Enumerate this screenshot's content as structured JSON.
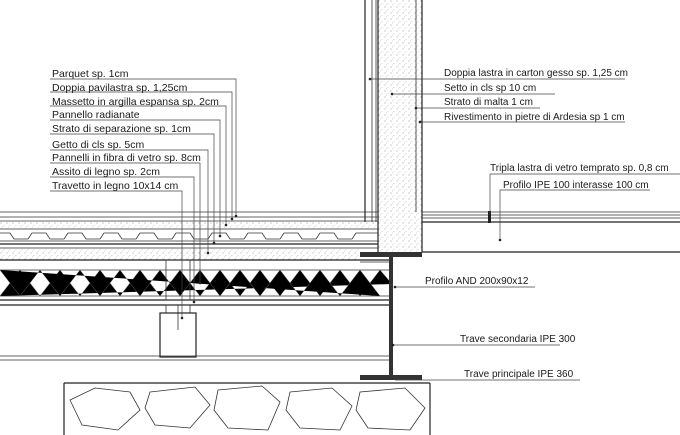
{
  "labels_left": [
    {
      "id": "parquet",
      "text": "Parquet sp. 1cm"
    },
    {
      "id": "pavilastra",
      "text": "Doppia pavilastra sp. 1,25cm"
    },
    {
      "id": "massetto",
      "text": "Massetto in argilla espansa sp. 2cm"
    },
    {
      "id": "pannello",
      "text": "Pannello radianate"
    },
    {
      "id": "separazione",
      "text": "Strato di separazione sp. 1cm"
    },
    {
      "id": "getto",
      "text": "Getto di cls sp. 5cm"
    },
    {
      "id": "fibra",
      "text": "Pannelli in fibra di vetro sp. 8cm"
    },
    {
      "id": "assito",
      "text": "Assito di legno sp. 2cm"
    },
    {
      "id": "travetto",
      "text": "Travetto in legno 10x14 cm"
    }
  ],
  "labels_right": [
    {
      "id": "cartongesso",
      "text": "Doppia lastra in carton gesso sp. 1,25 cm"
    },
    {
      "id": "setto",
      "text": "Setto in cls sp 10 cm"
    },
    {
      "id": "malta",
      "text": "Strato  di malta 1 cm"
    },
    {
      "id": "ardesia",
      "text": "Rivestimento in pietre di Ardesia sp 1 cm"
    },
    {
      "id": "vetro",
      "text": "Tripla lastra di vetro temprato sp. 0,8 cm"
    },
    {
      "id": "ipe100",
      "text": "Profilo IPE 100 interasse 100 cm"
    },
    {
      "id": "and",
      "text": "Profilo AND 200x90x12"
    },
    {
      "id": "ipe300",
      "text": "Trave secondaria IPE 300"
    },
    {
      "id": "ipe360",
      "text": "Trave principale IPE 360"
    }
  ]
}
